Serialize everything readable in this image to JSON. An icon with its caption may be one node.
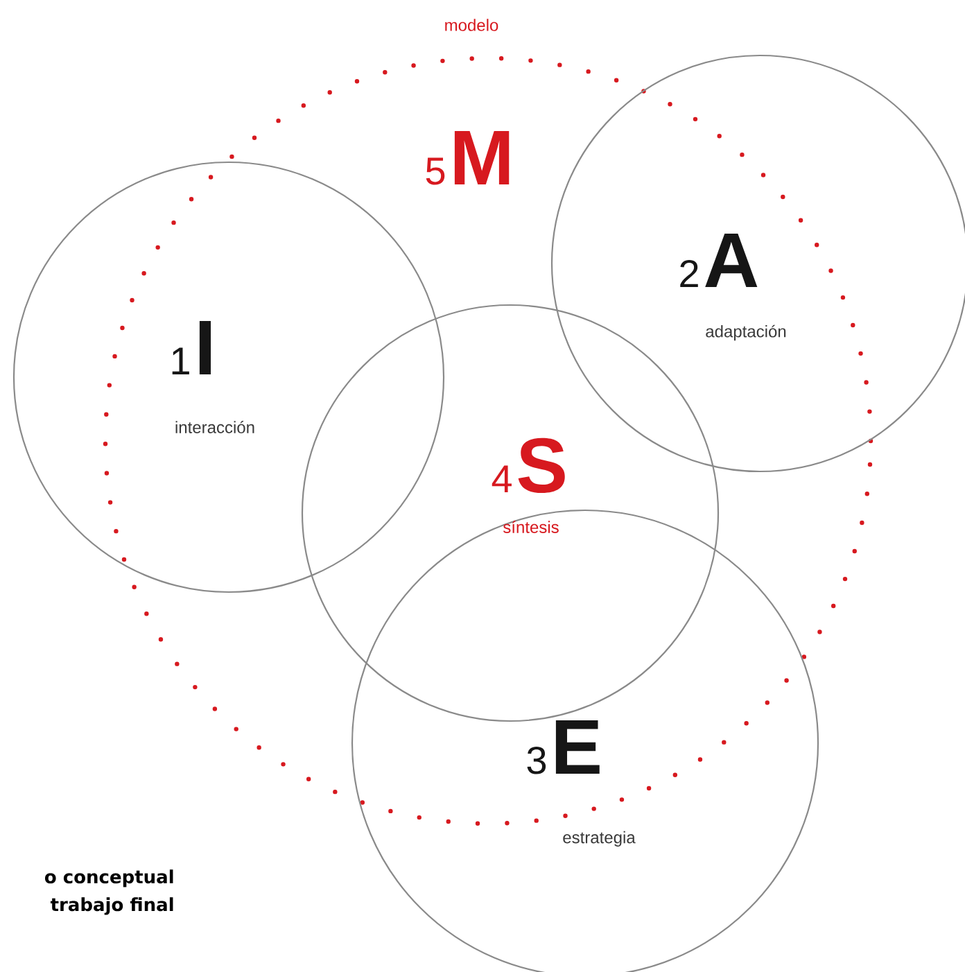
{
  "diagram": {
    "nodes": [
      {
        "text": [
          "modelo",
          "5",
          "M"
        ]
      },
      {
        "text": [
          "1",
          "I",
          "interacción"
        ]
      },
      {
        "text": [
          "2",
          "A",
          "adaptación"
        ]
      },
      {
        "text": [
          "4",
          "S",
          "síntesis"
        ],
        "in": 0
      },
      {
        "text": [
          "3",
          "E",
          "estrategia"
        ]
      }
    ],
    "labels": [
      "o conceptual",
      "trabajo final"
    ]
  }
}
